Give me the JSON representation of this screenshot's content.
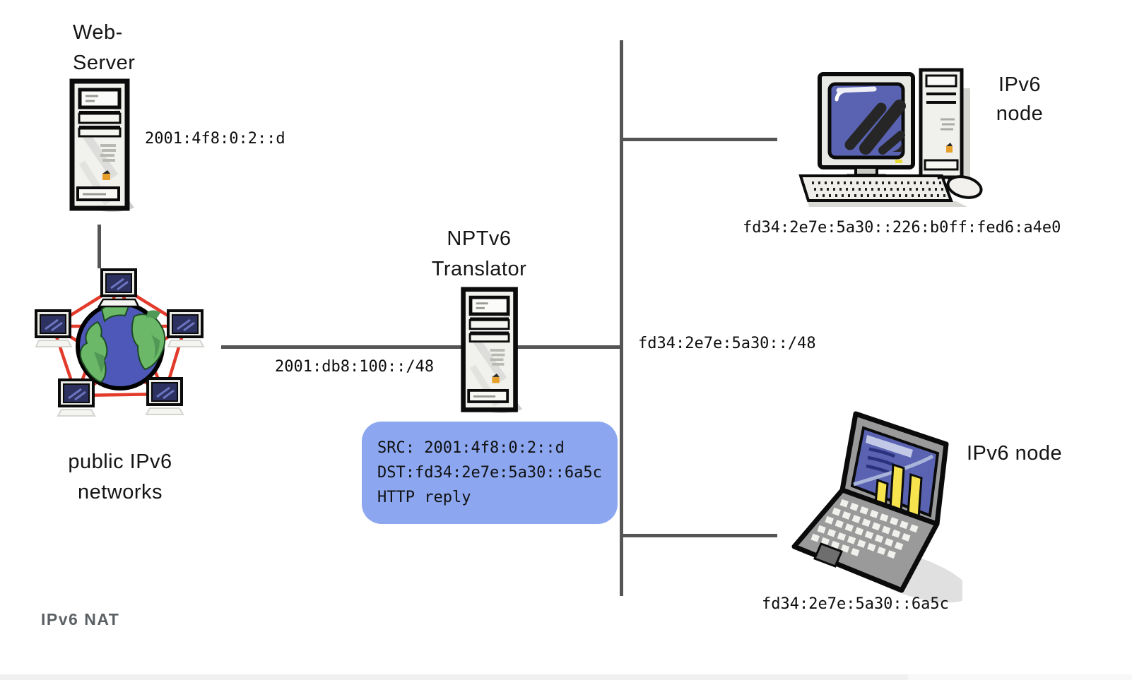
{
  "diagram": {
    "caption": "IPv6 NAT",
    "web_server": {
      "label_line1": "Web-",
      "label_line2": "Server",
      "address": "2001:4f8:0:2::d"
    },
    "public_networks": {
      "label_line1": "public IPv6",
      "label_line2": "networks"
    },
    "translator": {
      "label_line1": "NPTv6",
      "label_line2": "Translator"
    },
    "links": {
      "internal_prefix": "2001:db8:100::/48",
      "external_prefix": "fd34:2e7e:5a30::/48"
    },
    "node_top": {
      "label_line1": "IPv6",
      "label_line2": "node",
      "address": "fd34:2e7e:5a30::226:b0ff:fed6:a4e0"
    },
    "node_bottom": {
      "label": "IPv6 node",
      "address": "fd34:2e7e:5a30::6a5c"
    },
    "packet_box": {
      "line1": "SRC: 2001:4f8:0:2::d",
      "line2": "DST:fd34:2e7e:5a30::6a5c",
      "line3": "HTTP reply",
      "background": "#8ca7f0"
    },
    "colors": {
      "connector_line": "#555555",
      "red_mesh_link": "#e23b2b",
      "screen_blue": "#5a63b2",
      "chart_yellow": "#f6e34e",
      "globe_ocean": "#4d58b8",
      "globe_land": "#6ab868",
      "caption_gray": "#5b6065"
    },
    "icons": {
      "web_server": "tower-server-icon",
      "translator": "tower-server-icon",
      "public_networks": "globe-network-icon",
      "node_top": "desktop-computer-icon",
      "node_bottom": "laptop-icon"
    }
  }
}
